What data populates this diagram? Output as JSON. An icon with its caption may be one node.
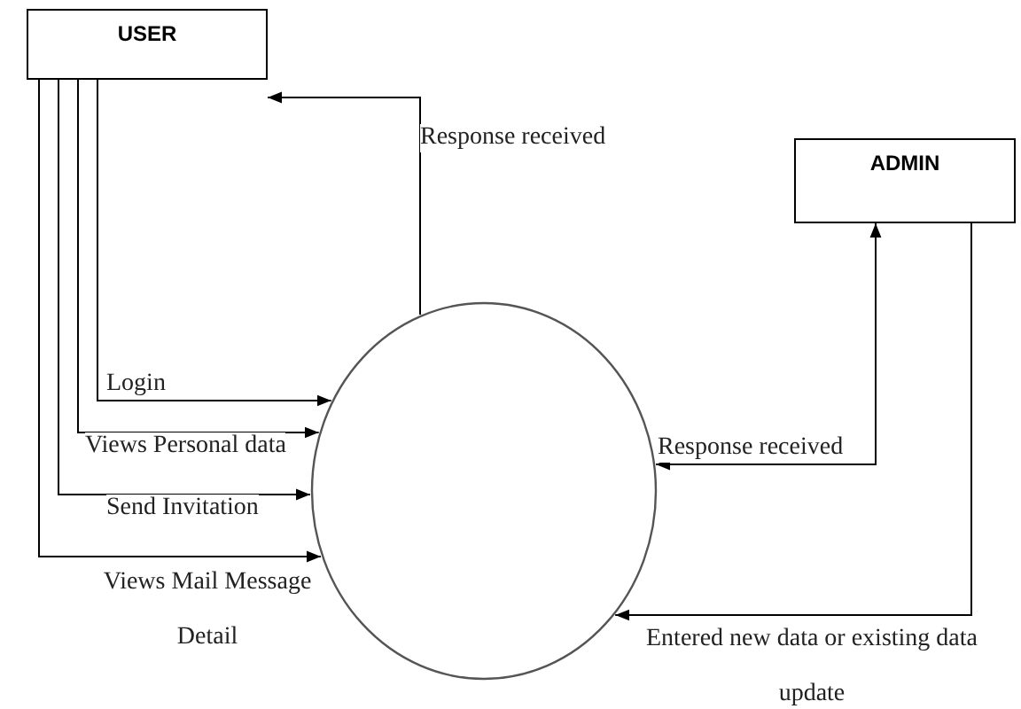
{
  "diagram": {
    "nodes": [
      {
        "text": [
          "USER"
        ]
      },
      {
        "text": [
          "ADMIN"
        ]
      },
      {
        "text": [],
        "shape": "circle"
      }
    ],
    "edges": [
      {
        "from": 0,
        "to": 2,
        "arrow": "to",
        "label": "Login"
      },
      {
        "from": 0,
        "to": 2,
        "arrow": "to",
        "label": "Views Personal data"
      },
      {
        "from": 0,
        "to": 2,
        "arrow": "to",
        "label": "Send Invitation"
      },
      {
        "from": 0,
        "to": 2,
        "arrow": "to",
        "label": "Views Mail Message Detail"
      },
      {
        "from": 2,
        "to": 0,
        "arrow": "to",
        "label": "Response received"
      },
      {
        "from": 2,
        "to": 1,
        "arrow": "both",
        "label": "Response received"
      },
      {
        "from": 1,
        "to": 2,
        "arrow": "to",
        "label": "Entered new data or existing data update"
      }
    ]
  }
}
